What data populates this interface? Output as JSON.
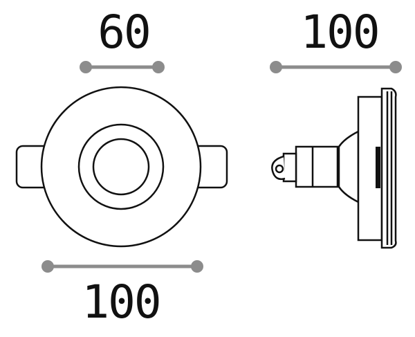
{
  "dimensions": {
    "front_inner_diameter": "60",
    "side_depth": "100",
    "front_outer_width": "100"
  },
  "colors": {
    "outline": "#111111",
    "dimension_line": "#8c8c8c",
    "background": "#ffffff"
  }
}
